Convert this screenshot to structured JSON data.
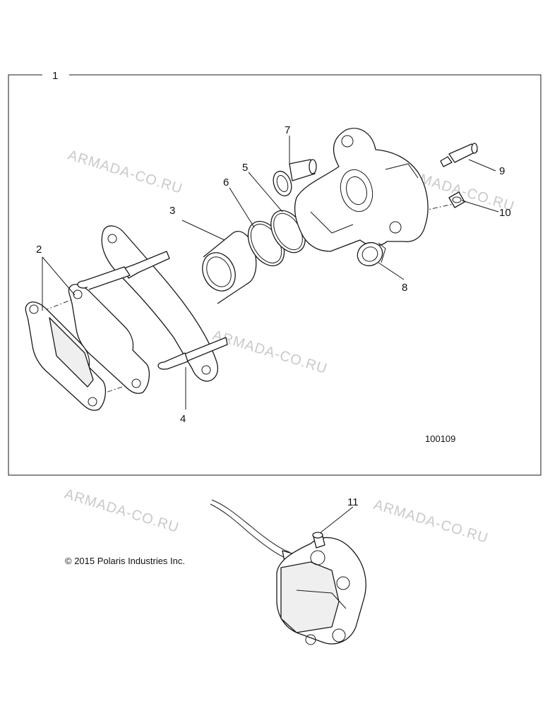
{
  "diagram": {
    "callouts": [
      "1",
      "2",
      "3",
      "4",
      "5",
      "6",
      "7",
      "8",
      "9",
      "10",
      "11"
    ],
    "figure_number": "100109",
    "copyright": "© 2015 Polaris Industries Inc.",
    "watermark": "ARMADA-CO.RU"
  }
}
